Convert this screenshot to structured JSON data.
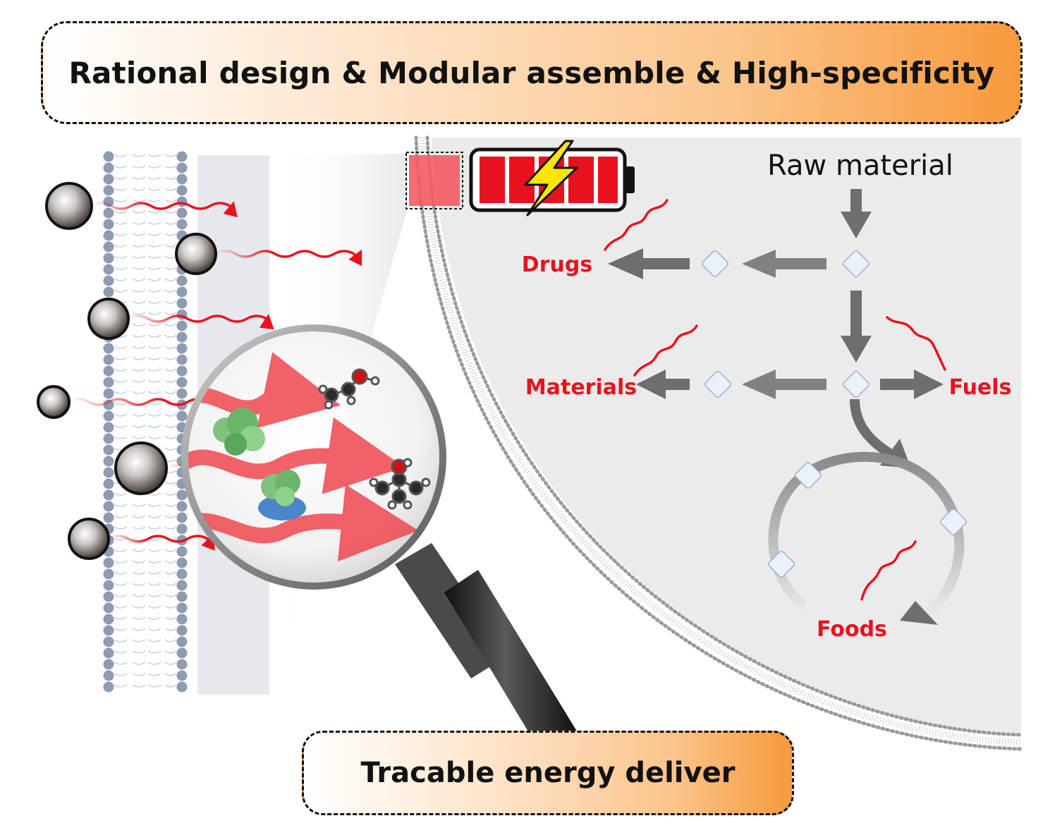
{
  "title": "Rational design & Modular assemble & High-specificity",
  "footer": "Tracable energy deliver",
  "pathway": {
    "source": "Raw material",
    "products": {
      "drugs": "Drugs",
      "materials": "Materials",
      "fuels": "Fuels",
      "foods": "Foods"
    }
  },
  "icons": {
    "battery": "battery-icon",
    "lightning": "lightning-icon",
    "magnifier": "magnifying-glass-icon"
  },
  "colors": {
    "product_label": "#e8121e",
    "signal": "#e8121e",
    "arrow": "#6e6e6e",
    "membrane_head": "#8e9bb0",
    "cell_background": "#ececec",
    "banner_gradient_end": "#f79a3c"
  }
}
